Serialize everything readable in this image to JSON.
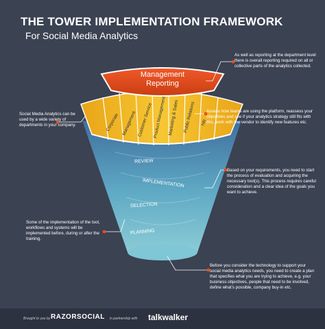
{
  "header": {
    "title": "THE TOWER IMPLEMENTATION FRAMEWORK",
    "subtitle": "For Social Media Analytics"
  },
  "tower": {
    "top_label_line1": "Management",
    "top_label_line2": "Reporting",
    "departments": [
      {
        "label": "Corporate"
      },
      {
        "label": "Management"
      },
      {
        "label": "Customer Service"
      },
      {
        "label": "Product Management"
      },
      {
        "label": "Marketing & Sales"
      },
      {
        "label": "Public Relations"
      },
      {
        "label": "HR"
      }
    ],
    "stages": [
      {
        "label": "REVIEW"
      },
      {
        "label": "IMPLEMENTATION"
      },
      {
        "label": "SELECTION"
      },
      {
        "label": "PLANNING"
      }
    ]
  },
  "notes": {
    "reporting": "As well as reporting at the department level there is overall reporting required on all or collective parts of the analytics collected.",
    "departments": "Social Media Analytics can be used by a wide variety of departments in your company.",
    "review": "Assess how teams are using the platform, reassess your objectives and see if your analytics strategy still fits with this, work with the vendor to identify new features etc.",
    "selection": "Based on your requirements, you need to start the process of evaluation and acquiring the necessary tool(s). This process requires careful consideration and a clear idea of the goals you want to achieve.",
    "implementation": "Some of the implementation of the tool, workflows and systems will be implemented before, during or after the training.",
    "planning": "Before you consider the technology to support your social media analytics needs, you need to create a plan that specifies what you are trying to achieve, e.g. your business objectives, people that need to be involved, define what's possible, company buy-in etc."
  },
  "footer": {
    "brought_by": "Brought to you by",
    "brand1": "RAZORSOCIAL",
    "partnership": "in partnership with",
    "brand2": "talkwalker"
  },
  "colors": {
    "background": "#3b4252",
    "accent_red": "#e84e1b",
    "gold": "#f2b81c",
    "funnel": "#7fc6d6",
    "dot": "#e84e1b"
  }
}
